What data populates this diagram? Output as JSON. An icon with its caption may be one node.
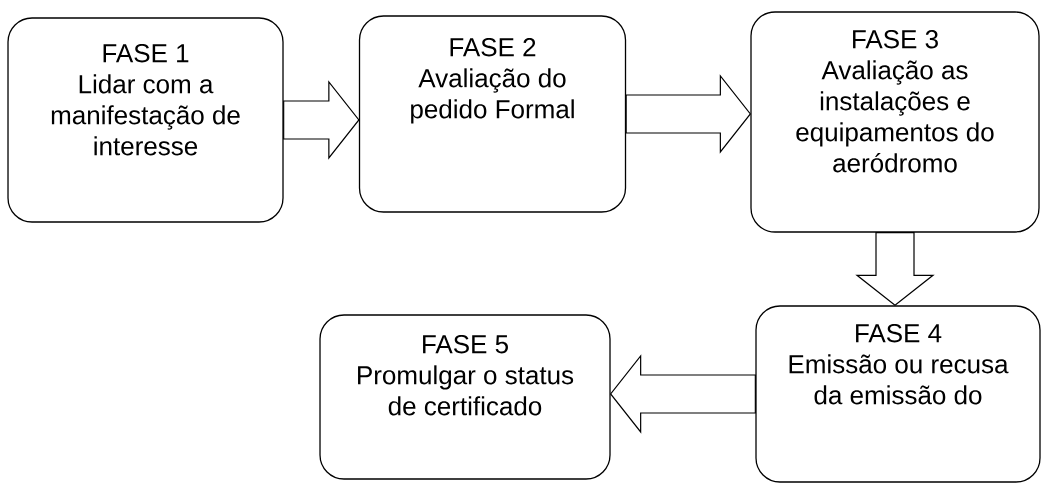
{
  "diagram": {
    "nodes": [
      {
        "text": [
          "FASE 1",
          "Lidar com a manifestação de interesse"
        ]
      },
      {
        "text": [
          "FASE 2",
          "Avaliação do pedido Formal"
        ]
      },
      {
        "text": [
          "FASE 3",
          "Avaliação as instalações e equipamentos do aeródromo"
        ]
      },
      {
        "text": [
          "FASE 4",
          "Emissão ou recusa da emissão do"
        ]
      },
      {
        "text": [
          "FASE 5",
          "Promulgar o status de certificado"
        ]
      }
    ],
    "edges": [
      {
        "from": 0,
        "to": 1,
        "arrow": "to"
      },
      {
        "from": 1,
        "to": 2,
        "arrow": "to"
      },
      {
        "from": 2,
        "to": 3,
        "arrow": "to"
      },
      {
        "from": 3,
        "to": 4,
        "arrow": "to"
      }
    ]
  }
}
